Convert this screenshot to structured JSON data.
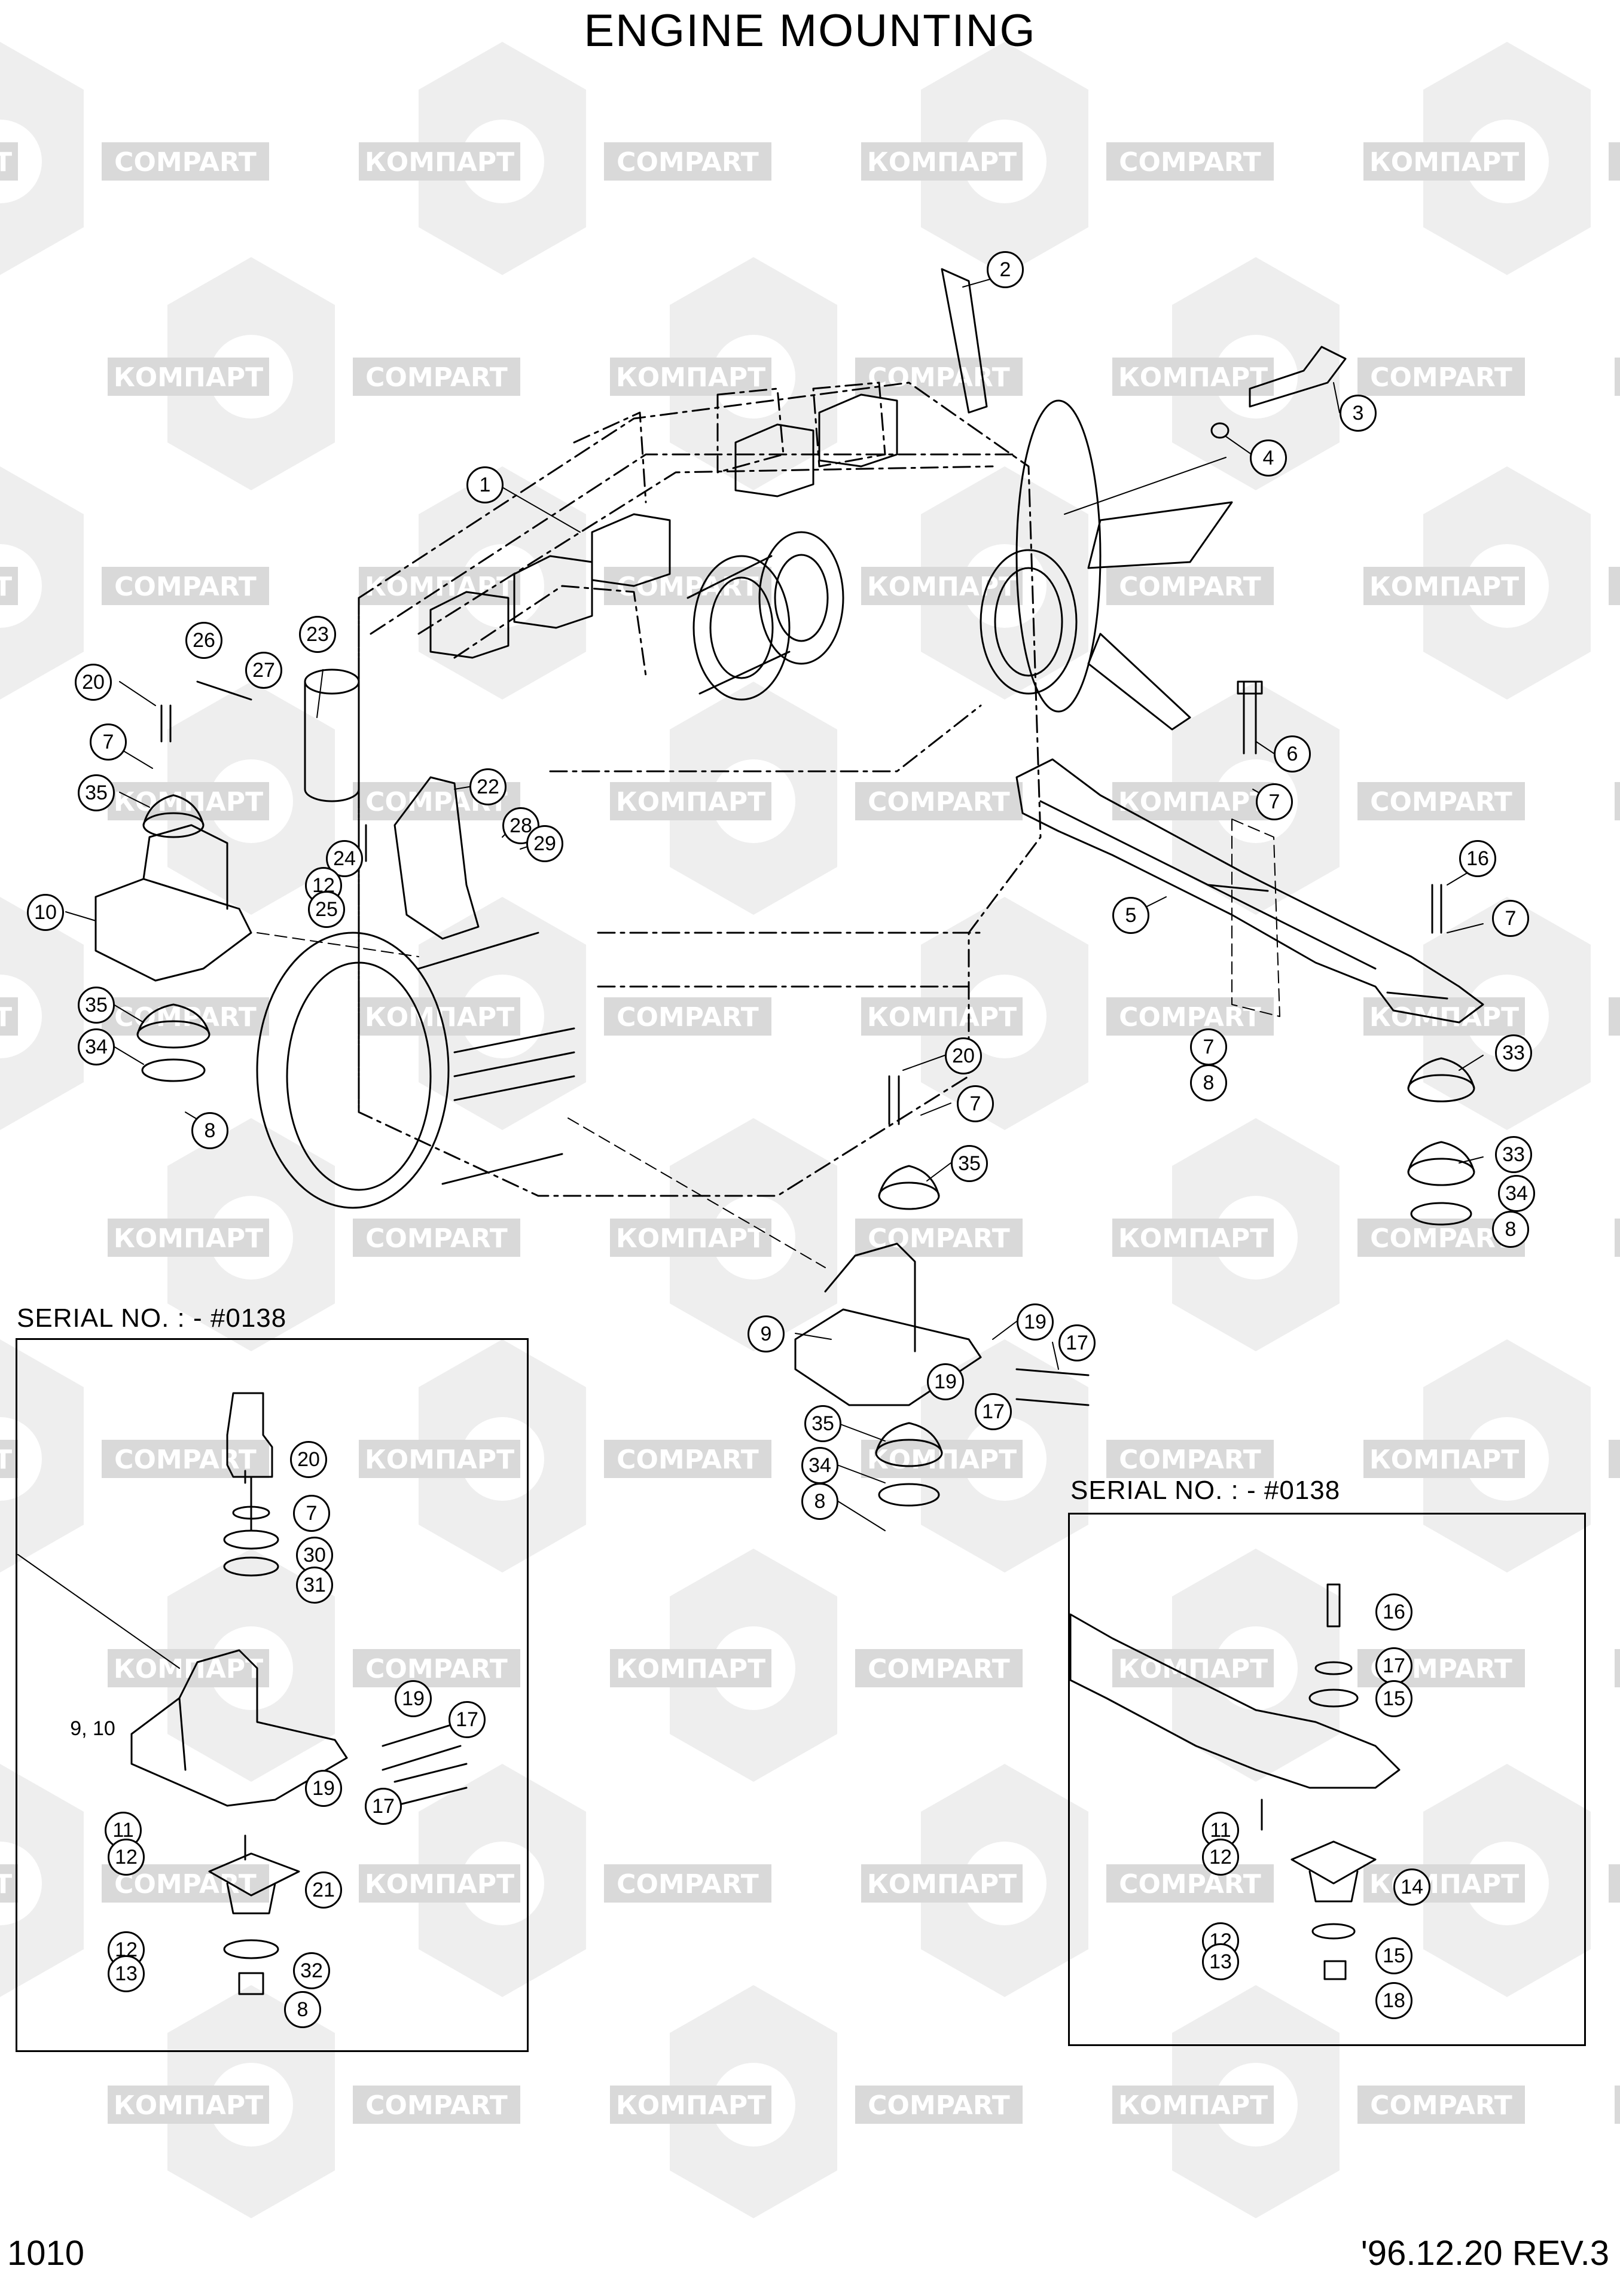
{
  "title": "ENGINE MOUNTING",
  "page_number": "1010",
  "revision": "'96.12.20  REV.3",
  "serial_notes": {
    "left": "SERIAL NO. :  - #0138",
    "right": "SERIAL NO. :  - #0138"
  },
  "watermark": {
    "text_cyrillic": "КОМПАРТ",
    "text_latin": "COMPART",
    "color": "#d9d9d9"
  },
  "callouts": {
    "main": [
      "2",
      "3",
      "4",
      "1",
      "26",
      "23",
      "27",
      "20",
      "7",
      "35",
      "22",
      "28",
      "29",
      "24",
      "12",
      "25",
      "10",
      "35",
      "34",
      "8",
      "6",
      "7",
      "16",
      "7",
      "5",
      "7",
      "8",
      "33",
      "33",
      "34",
      "8",
      "20",
      "7",
      "35",
      "9",
      "19",
      "17",
      "19",
      "17",
      "35",
      "34",
      "8"
    ],
    "inset_left": [
      "20",
      "7",
      "30",
      "31",
      "9, 10",
      "19",
      "17",
      "19",
      "17",
      "11",
      "12",
      "21",
      "12",
      "13",
      "32",
      "8"
    ],
    "inset_right": [
      "16",
      "17",
      "15",
      "11",
      "12",
      "14",
      "12",
      "13",
      "15",
      "18"
    ]
  }
}
